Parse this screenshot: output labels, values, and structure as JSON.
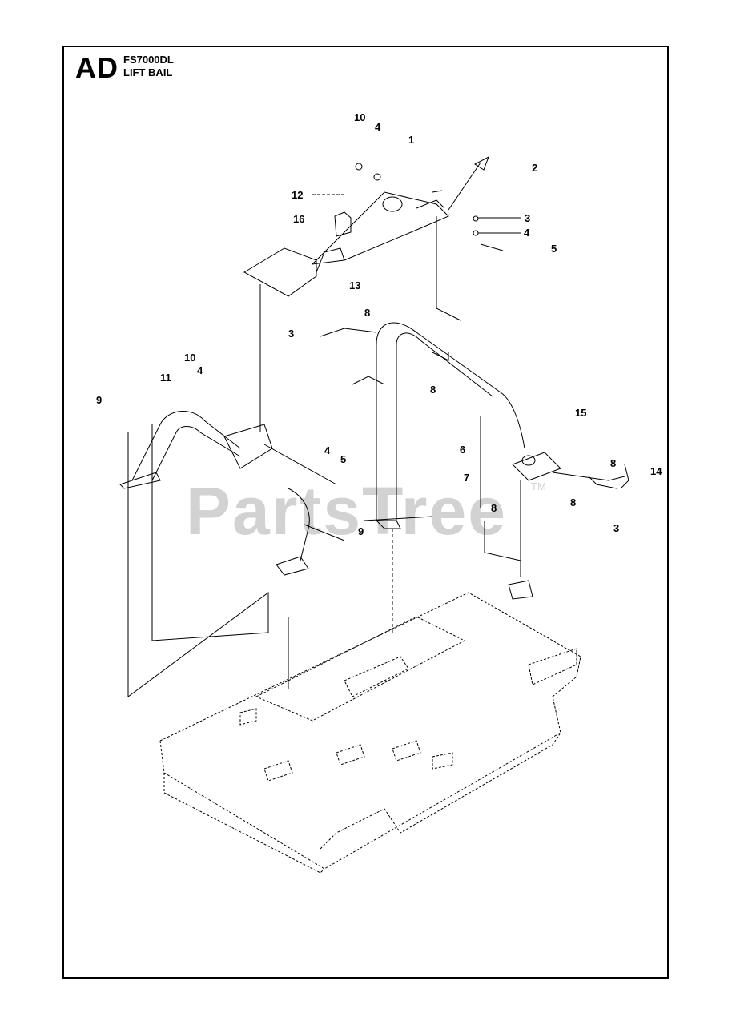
{
  "header": {
    "section_code": "AD",
    "model": "FS7000DL",
    "title": "LIFT BAIL"
  },
  "watermark": {
    "text": "PartsTree",
    "trademark": "TM",
    "color": "#d2d2d2"
  },
  "callouts": [
    "10",
    "4",
    "1",
    "2",
    "12",
    "3",
    "16",
    "4",
    "5",
    "13",
    "8",
    "3",
    "10",
    "4",
    "8",
    "15",
    "9",
    "11",
    "6",
    "4",
    "5",
    "7",
    "8",
    "14",
    "8",
    "8",
    "9",
    "3"
  ]
}
